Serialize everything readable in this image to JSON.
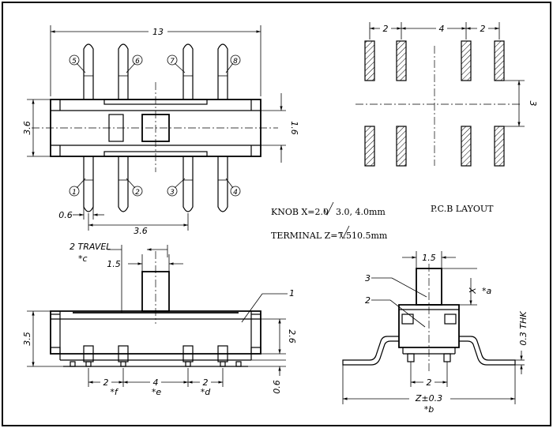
{
  "top_view": {
    "width": "13",
    "height": "3.6",
    "center_gap": "1.6",
    "pin_pitch_bottom": "3.6",
    "pin_width": "0.6",
    "pins_top": [
      "5",
      "6",
      "7",
      "8"
    ],
    "pins_bottom": [
      "1",
      "2",
      "3",
      "4"
    ]
  },
  "pcb_layout": {
    "title": "P.C.B LAYOUT",
    "spacing_left": "2",
    "spacing_mid": "4",
    "spacing_right": "2",
    "row_gap": "3"
  },
  "notes": {
    "knob_label": "KNOB X=2.0",
    "knob_options": "3.0, 4.0mm",
    "terminal_label": "TERMINAL Z=7.5",
    "terminal_options": "10.5mm"
  },
  "side_view": {
    "travel": "2 TRAVEL",
    "travel_note": "*c",
    "knob_width": "1.5",
    "part_callout": "1",
    "height": "3.5",
    "body_height": "2.6",
    "pin_height": "0.6",
    "pitch_left": "2",
    "pitch_mid": "4",
    "pitch_right": "2",
    "note_f": "*f",
    "note_e": "*e",
    "note_d": "*d"
  },
  "end_view": {
    "knob_width": "1.5",
    "callout_3": "3",
    "callout_2": "2",
    "knob_height": "X",
    "knob_height_note": "*a",
    "thickness": "0.3 THK",
    "pitch": "2",
    "span": "Z±0.3",
    "span_note": "*b"
  }
}
